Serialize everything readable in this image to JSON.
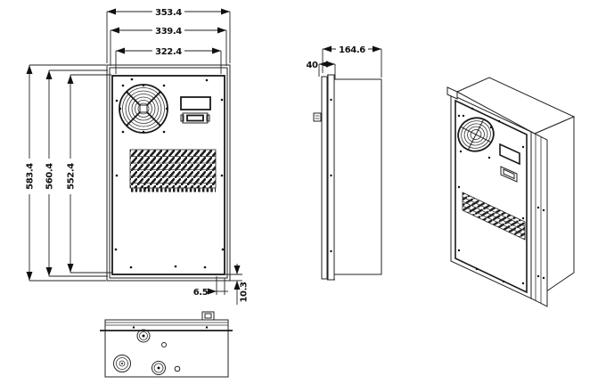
{
  "drawing": {
    "kind": "cabinet-air-conditioner-outline-drawing",
    "line_color": "#222222",
    "background": "#ffffff"
  },
  "dims": {
    "front_width_outer": "353.4",
    "front_width_middle": "339.4",
    "front_width_inner": "322.4",
    "front_height_outer": "583.4",
    "front_height_middle": "560.4",
    "front_height_inner": "552.4",
    "side_depth_overall": "164.6",
    "side_depth_flange": "40",
    "corner_offset_x": "6.5",
    "corner_offset_y": "10.3"
  }
}
